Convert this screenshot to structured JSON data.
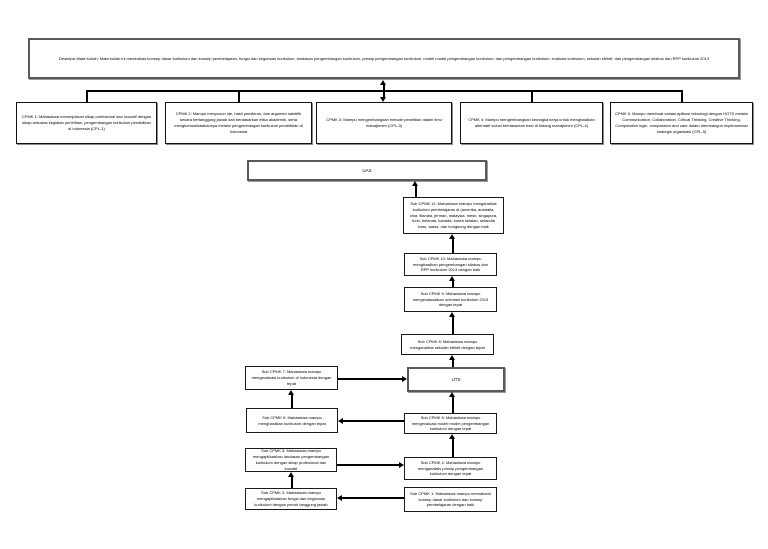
{
  "diagram": {
    "description": "Deskripsi Mata Kuliah: Mata kuliah ini membahas konsep dasar kurikulum dan konsep pembelajaran, fungsi dan kegunaan kurikulum, landasan pengembangan kurikulum, prinsip pengembangan kurikulum, model model pengembangan kurikulum, dan pengembangan kurikulum, evaluasi kurikulum, sekolah efektif, dan pengembangan silabus dan RPP kurikulum 2013",
    "cpmk": [
      "CPMK 1: Mahasiswa menunjukkan sikap profesional dan inovatif dengan sikap antusias kegiatan penelitian, pengembangan kurikulum pendidikan di Indonesia (CPL-1)",
      "CPMK 2: Mampu menyusun ide, hasil pemikiran, dan argumen saintifik secara bertanggung jawab dan berdasarkan etika akademik, serta mengkomunikasikannya melalui pengembangan kurikulum pendidikan di Indonesia",
      "CPMK 3: Mampu mengembangkan metode penelitian dalam ilmu manajemen (CPL-3)",
      "CPMK 4: Mampu mengembangkan kerangka kerja untuk menghasilkan alternatif solusi berdasarkan riset di bidang manajemen (CPL-4)",
      "CPMK 5: Mampu membuat variasi aplikasi teknologi dengan HOTS melalui Communication, Collaboration, Critical Thinking, Creative Thinking, Computation logic, compassion and care dalam membangun implementasi strategis organisasi (CPL-5)"
    ],
    "exams": {
      "uas": "UAS",
      "uts": "UTS"
    },
    "sub": {
      "s11": "Sub CPMK 11: Mahasiswa mampu menganalisis kurikulum pembelajaran di (amerika, australia, cina, filandia, jerman, malaysia, mesir, singapura, turki, belanda, kanada, korea selatan, selandia baru, swiss, dan hongkong dengan baik",
      "s10": "Sub CPMK 10: Mahasiswa mampu menghasilkan pengembangan silabus dan RPP kurikulum 2013 dengan baik",
      "s9": "Sub CPMK 9: Mahasiswa mampu mengevaluasikan orientasi kurikulum 2013 dengan tepat",
      "s8": "Sub CPMK 8: Mahasiswa mampu menganalisis sekolah efektif dengan tepat",
      "s7": "Sub CPMK 7: Mahasiswa mampu mengevaluasi kurikulum di indonesia dengan tepat",
      "s6": "Sub CPMK 6: Mahasiswa mampu menghasilkan kurikulum dengan tepat",
      "s5": "Sub CPMK 5: Mahasiswa mampu mengevaluasi model model pengembangan kurikulum dengan tepat",
      "s4": "Sub CPMK 4: Mahasiswa mampu menganalisis prinsip pengembangan kurikulum dengan tepat",
      "s3": "Sub CPMK 3: Mahasiswa mampu mengaplikasikan landasan pengembangan kurikulum dengan sikap profesional dan inovatif",
      "s2": "Sub CPMK 2: Mahasiswa mampu mengaplikasikan fungsi dan kegunaan kurikulum dengan penuh tanggung jawab",
      "s1": "Sub CPMK 1: Mahasiswa mampu memahami konsep dasar kurikulum dan konsep pembelajaran dengan baik"
    }
  }
}
